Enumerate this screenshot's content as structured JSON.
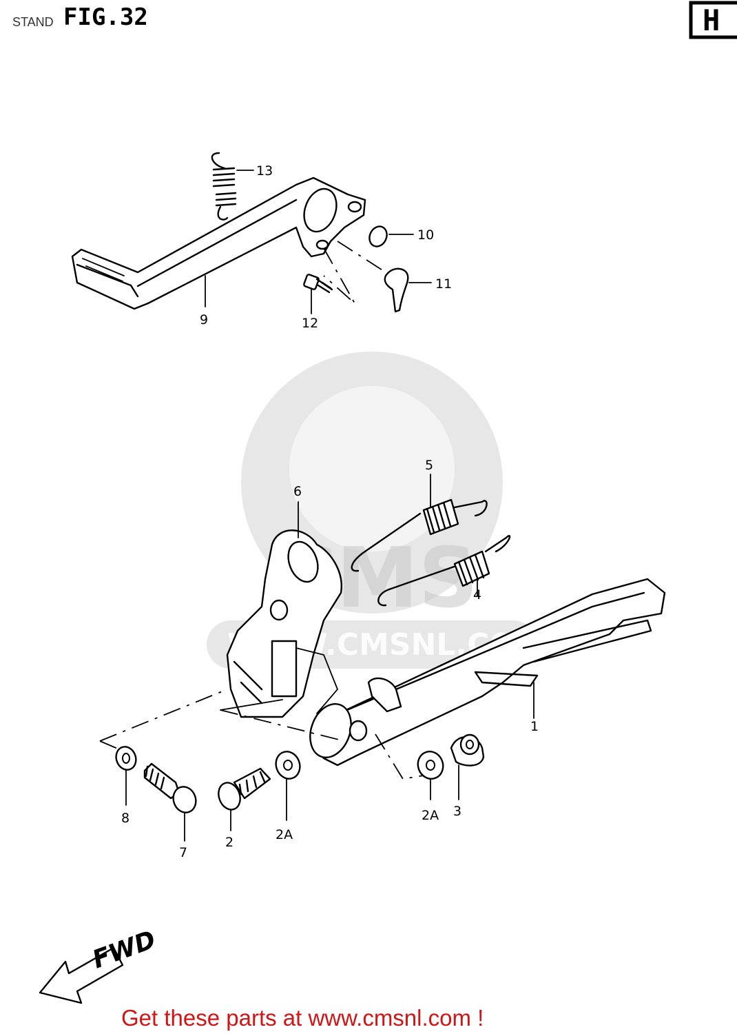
{
  "header": {
    "section_label": "STAND",
    "figure_label": "FIG.32",
    "model_code": "H"
  },
  "watermark": {
    "text": "WWW.CMSNL.COM",
    "logo_text": "CMS"
  },
  "direction_label": "FWD",
  "callouts": {
    "c1": "1",
    "c2": "2",
    "c2a_left": "2A",
    "c2a_right": "2A",
    "c3": "3",
    "c4": "4",
    "c5": "5",
    "c6": "6",
    "c7": "7",
    "c8": "8",
    "c9": "9",
    "c10": "10",
    "c11": "11",
    "c12": "12",
    "c13": "13"
  },
  "footer": {
    "text": "Get these parts at www.cmsnl.com !"
  }
}
